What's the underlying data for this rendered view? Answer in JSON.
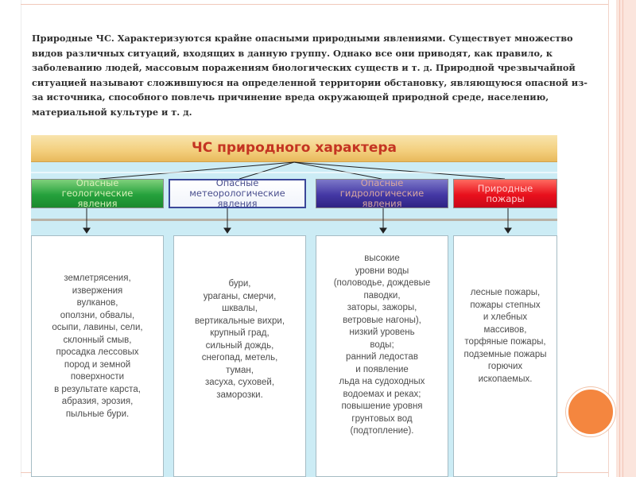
{
  "intro": {
    "lines": [
      "Природные ЧС. Характеризуются крайне опасными природными явлениями. Существует множество",
      "видов различных ситуаций, входящих в данную группу. Однако все они приводят, как правило, к",
      "заболеванию людей, массовым поражениям биологических существ и т. д. Природной чрезвычайной",
      "ситуацией называют сложившуюся на определенной территории обстановку, являющуюся опасной из-",
      "за источника, способного повлечь причинение вреда окружающей природной среде, населению,",
      "материальной культуре и т. д."
    ]
  },
  "diagram": {
    "title": "ЧС природного характера",
    "categories": [
      {
        "label_lines": [
          "Опасные",
          "геологические",
          "явления"
        ],
        "items": [
          "землетрясения,",
          "извержения",
          "вулканов,",
          "оползни, обвалы,",
          "осыпи, лавины, сели,",
          "склонный смыв,",
          "просадка лессовых",
          "пород и земной",
          "поверхности",
          "в результате карста,",
          "абразия, эрозия,",
          "пыльные бури."
        ]
      },
      {
        "label_lines": [
          "Опасные",
          "метеорологические",
          "явления"
        ],
        "items": [
          "бури,",
          "ураганы, смерчи,",
          "шквалы,",
          "вертикальные вихри,",
          "крупный град,",
          "сильный дождь,",
          "снегопад, метель,",
          "туман,",
          "засуха, суховей,",
          "заморозки."
        ]
      },
      {
        "label_lines": [
          "Опасные",
          "гидрологические",
          "явления"
        ],
        "items": [
          "высокие",
          "уровни воды",
          "(половодье, дождевые",
          "паводки,",
          "заторы, зажоры,",
          "ветровые нагоны),",
          "низкий уровень",
          "воды;",
          "ранний ледостав",
          "и появление",
          "льда на судоходных",
          "водоемах и реках;",
          "повышение уровня",
          "грунтовых вод",
          "(подтопление)."
        ]
      },
      {
        "label_lines": [
          "Природные",
          "пожары"
        ],
        "items": [
          "лесные пожары,",
          "пожары степных",
          "и хлебных",
          "массивов,",
          "торфяные пожары,",
          "подземные пожары",
          "горючих",
          "ископаемых."
        ]
      }
    ]
  },
  "colors": {
    "title_text": "#c43422",
    "geo": "#25a13c",
    "met_border": "#3b4799",
    "hyd": "#4438a4",
    "fire": "#e8101c",
    "background": "#ccecf5",
    "accent_circle": "#f4863f"
  }
}
